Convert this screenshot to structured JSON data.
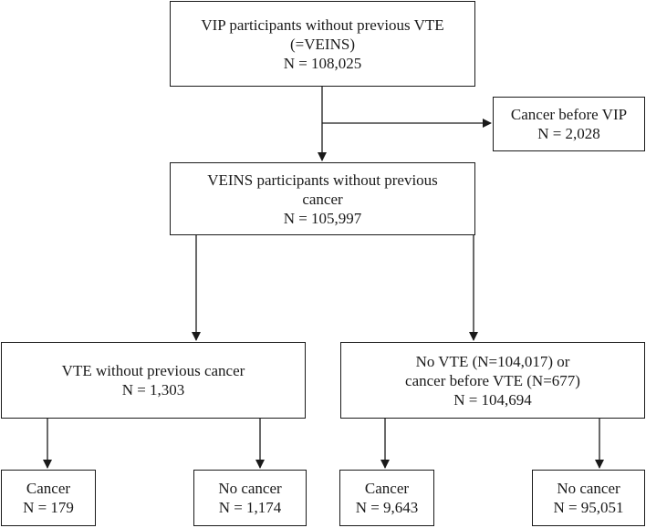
{
  "flowchart": {
    "top": {
      "title": "VIP participants without previous VTE",
      "subtitle": "(=VEINS)",
      "n": "N = 108,025"
    },
    "excluded": {
      "title": "Cancer before VIP",
      "n": "N = 2,028"
    },
    "veins": {
      "title_line1": "VEINS participants without previous",
      "title_line2": "cancer",
      "n": "N = 105,997"
    },
    "vte": {
      "title": "VTE without previous cancer",
      "n": "N = 1,303"
    },
    "novte": {
      "line1": "No VTE (N=104,017) or",
      "line2": "cancer before VTE (N=677)",
      "n": "N = 104,694"
    },
    "vte_cancer": {
      "label": "Cancer",
      "n": "N = 179"
    },
    "vte_nocancer": {
      "label": "No cancer",
      "n": "N = 1,174"
    },
    "novte_cancer": {
      "label": "Cancer",
      "n": "N = 9,643"
    },
    "novte_nocancer": {
      "label": "No cancer",
      "n": "N = 95,051"
    }
  }
}
